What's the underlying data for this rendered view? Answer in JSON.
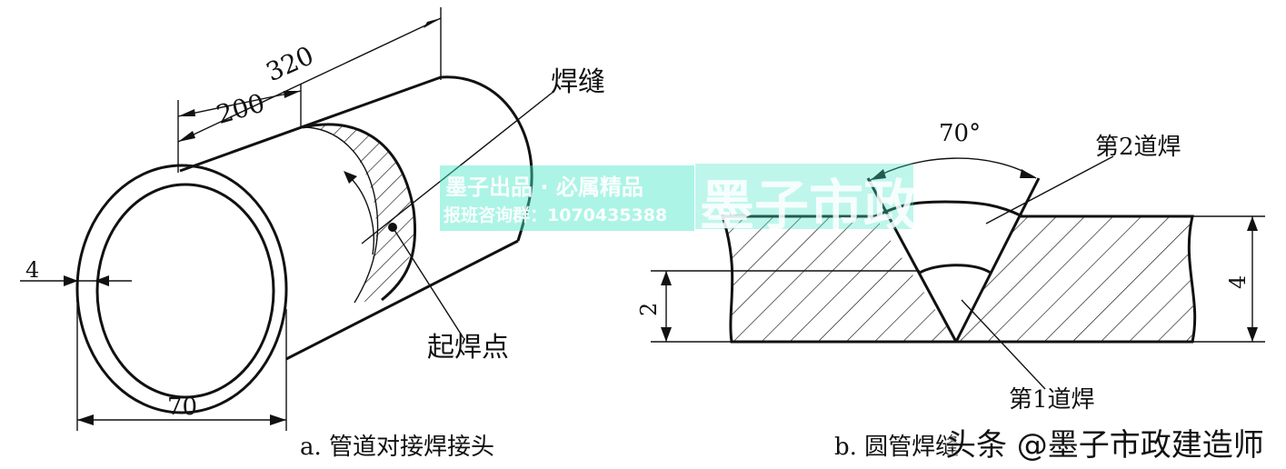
{
  "diagram_a": {
    "caption": "a. 管道对接焊接头",
    "dim_total_length": "320",
    "dim_weld_position": "200",
    "dim_wall_thickness": "4",
    "dim_outer_diameter": "70",
    "label_weld_seam": "焊缝",
    "label_start_point": "起焊点"
  },
  "diagram_b": {
    "caption": "b. 圆管焊缝",
    "dim_groove_angle": "70°",
    "dim_plate_thickness": "4",
    "dim_root_height": "2",
    "label_second_pass": "第2道焊",
    "label_first_pass": "第1道焊"
  },
  "watermark": {
    "line1": "墨子出品 · 必属精品",
    "line2": "报班咨询群：1070435388",
    "big": "墨子市政"
  },
  "credit": "头条 @墨子市政建造师"
}
